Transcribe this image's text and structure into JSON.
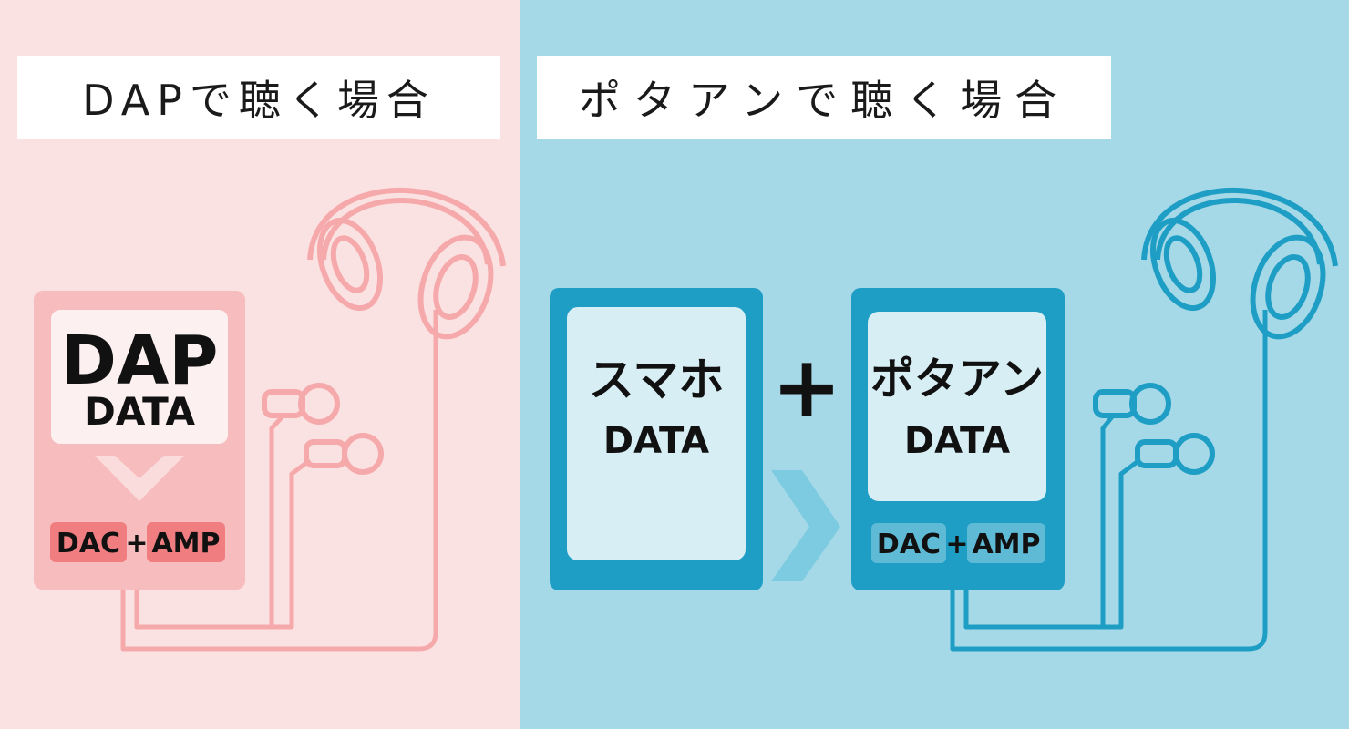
{
  "colors": {
    "left_bg": "#fbe2e2",
    "left_accent": "#f6a9ab",
    "left_device": "#f7bcbd",
    "left_badge": "#f07e81",
    "right_bg": "#a6d9e7",
    "right_device": "#1f9ec5",
    "right_screen": "#d7eef5",
    "right_badge": "#5fbad6",
    "arrow": "#7ccbe0"
  },
  "left": {
    "title": "DAPで聴く場合",
    "device": {
      "name": "DAP",
      "data_label": "DATA",
      "dac": "DAC",
      "plus": "+",
      "amp": "AMP"
    },
    "icons": [
      "chevron-down-icon",
      "headphones-icon",
      "earphones-icon"
    ]
  },
  "right": {
    "title": "ポタアンで聴く場合",
    "phone": {
      "name": "スマホ",
      "data_label": "DATA"
    },
    "plus_sign": "+",
    "amp": {
      "name": "ポタアン",
      "data_label": "DATA",
      "dac": "DAC",
      "plus": "+",
      "amp": "AMP"
    },
    "icons": [
      "chevron-right-icon",
      "headphones-icon",
      "earphones-icon"
    ]
  }
}
